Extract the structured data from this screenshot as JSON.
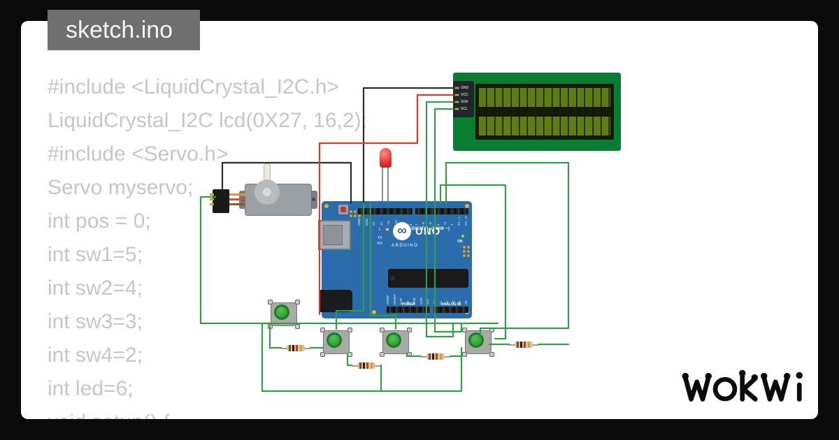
{
  "tab": {
    "label": "sketch.ino"
  },
  "code": {
    "lines": [
      "#include <LiquidCrystal_I2C.h>",
      "LiquidCrystal_I2C lcd(0X27, 16,2);",
      "#include <Servo.h>",
      "Servo myservo;",
      "int pos = 0;",
      "int sw1=5;",
      "int sw2=4;",
      "int sw3=3;",
      "int sw4=2;",
      "int led=6;"
    ],
    "partial_line": "void setup() {"
  },
  "logo": {
    "text": "WOKWI"
  },
  "circuit": {
    "lcd": {
      "pins": [
        "GND",
        "VCC",
        "SDA",
        "SCL"
      ],
      "cols": 16,
      "rows": 2
    },
    "uno": {
      "title": "UNO",
      "brand": "ARDUINO",
      "digital_label": "DIGITAL (PWM ~)",
      "power_label": "POWER",
      "analog_label": "ANALOG IN",
      "on_label": "ON",
      "l_label": "L",
      "tx_label": "TX",
      "rx_label": "RX",
      "top_pins_left": [
        "AREF",
        "GND",
        "13",
        "12",
        "~11",
        "~10",
        "~9",
        "8"
      ],
      "top_pins_right": [
        "7",
        "~6",
        "~5",
        "4",
        "~3",
        "2",
        "TX→1",
        "RX←0"
      ],
      "power_pins": [
        "IOREF",
        "RESET",
        "3.3V",
        "5V",
        "GND",
        "GND",
        "VIN"
      ],
      "analog_pins": [
        "A0",
        "A1",
        "A2",
        "A3",
        "A4",
        "A5"
      ]
    }
  },
  "theme": {
    "tab_gray": "#6f6f6f",
    "code_gray": "#c6c6c6",
    "wire_green": "#2f9e44",
    "wire_red": "#dd3b2a",
    "wire_black": "#2b2b2b",
    "board_blue": "#2b6cac",
    "lcd_green": "#0b7d33",
    "lcd_screen": "#141a04",
    "lcd_cell": "#5f7d12",
    "button_green": "#2da32d",
    "led_red": "#e53935",
    "resistor_tan": "#d9c59a",
    "servo_gray": "#9aa0a3"
  }
}
